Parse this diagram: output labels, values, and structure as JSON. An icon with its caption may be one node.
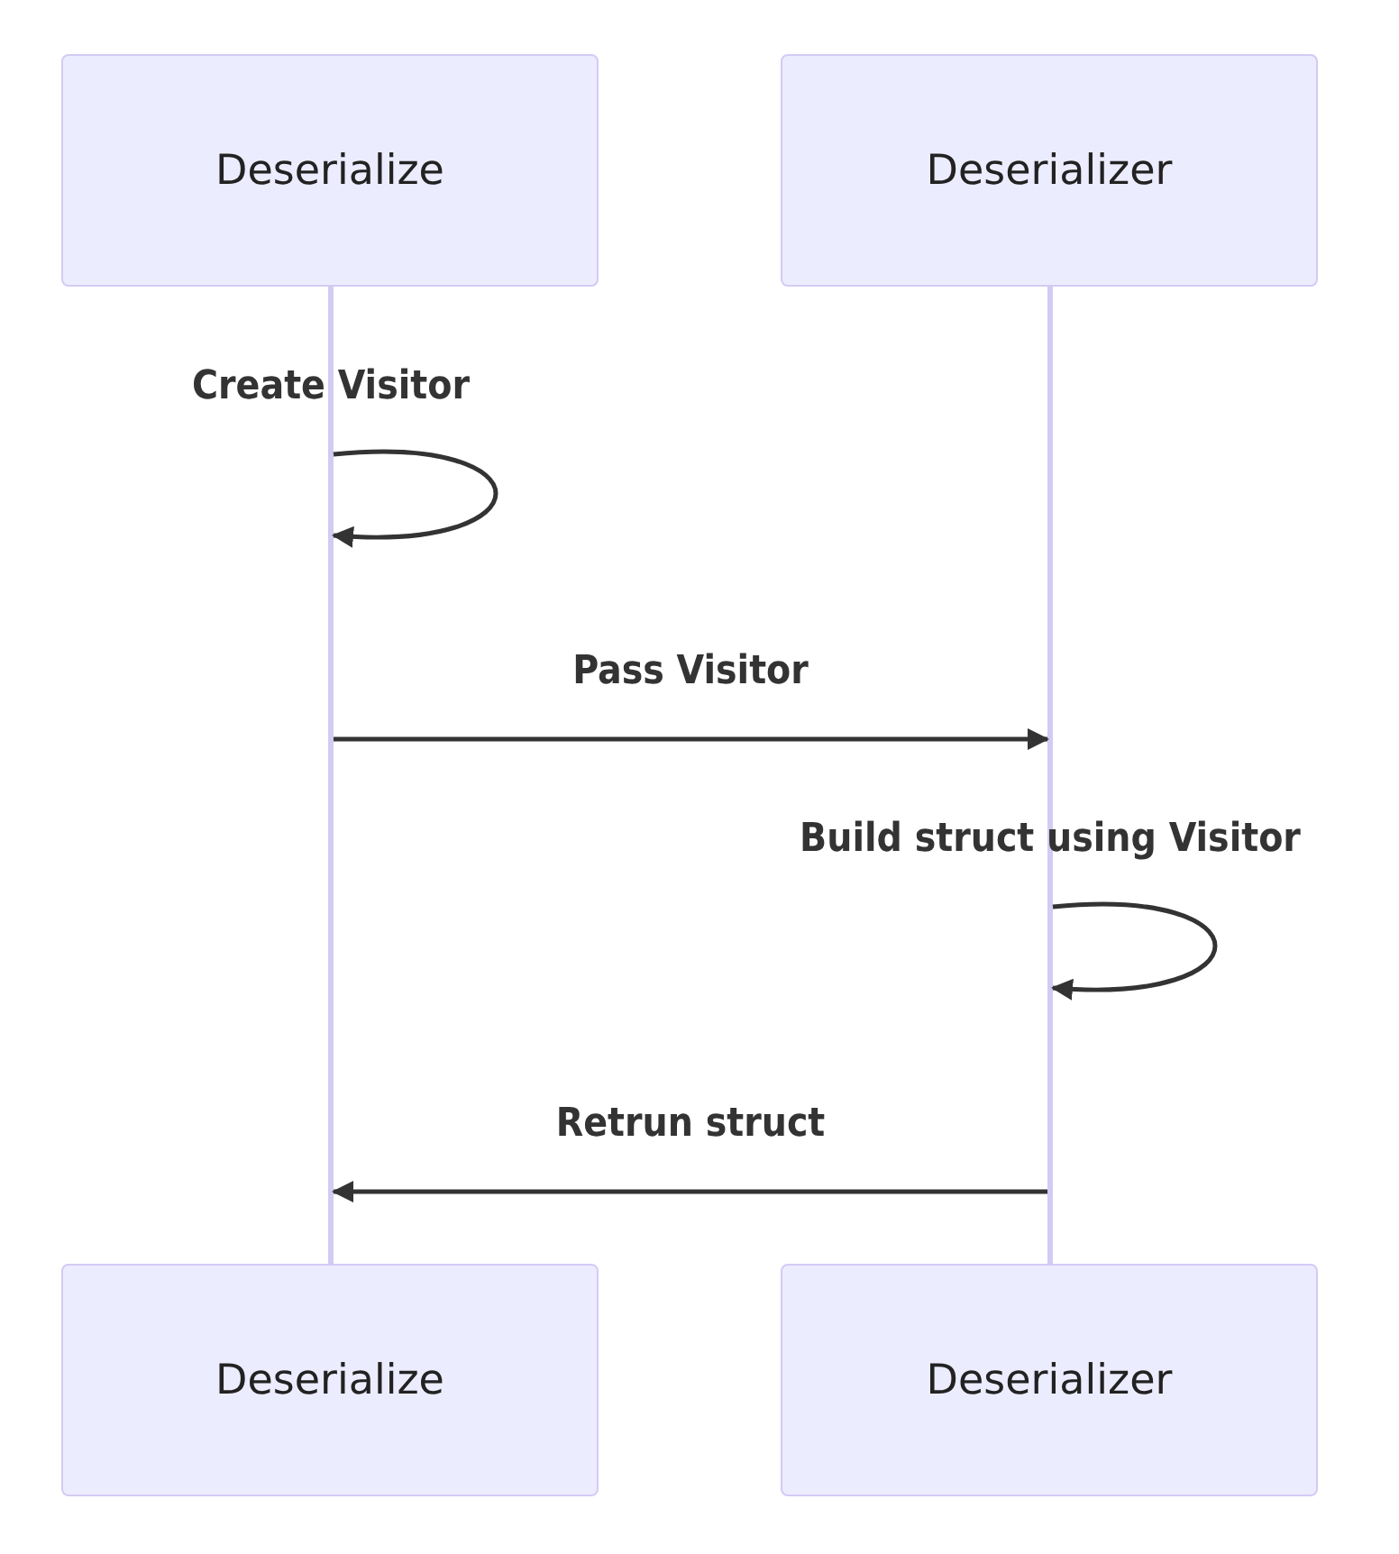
{
  "diagram": {
    "nodes": [
      {
        "text": [
          "Deserialize"
        ]
      },
      {
        "text": [
          "Deserializer"
        ]
      },
      {
        "text": [],
        "shape": "bar"
      },
      {
        "text": [],
        "shape": "bar"
      },
      {
        "text": [
          "Deserialize"
        ]
      },
      {
        "text": [
          "Deserializer"
        ]
      }
    ],
    "edges": [
      {
        "from": 2,
        "to": 2,
        "label": "Create Visitor",
        "arrow": "to"
      },
      {
        "from": 2,
        "to": 3,
        "label": "Pass Visitor",
        "arrow": "to"
      },
      {
        "from": 3,
        "to": 3,
        "label": "Build struct using Visitor",
        "arrow": "to"
      },
      {
        "from": 3,
        "to": 2,
        "label": "Retrun struct",
        "arrow": "to"
      }
    ]
  }
}
